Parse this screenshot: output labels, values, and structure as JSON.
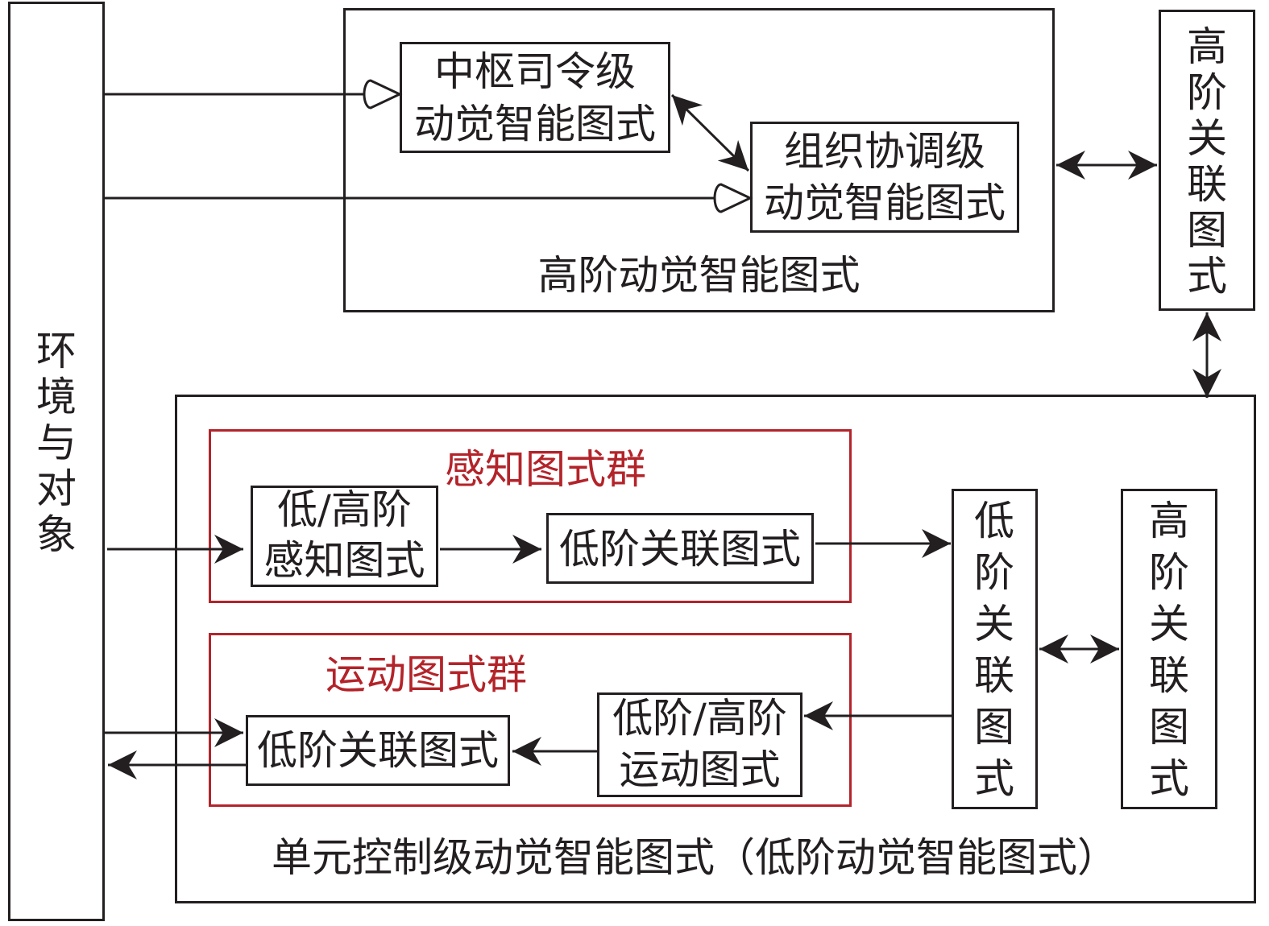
{
  "environment": {
    "label": "环境与对象"
  },
  "high_order": {
    "container_label": "高阶动觉智能图式",
    "central_command": {
      "line1": "中枢司令级",
      "line2": "动觉智能图式"
    },
    "coordination": {
      "line1": "组织协调级",
      "line2": "动觉智能图式"
    }
  },
  "high_assoc_top": {
    "label": "高阶关联图式"
  },
  "unit_control": {
    "container_label": "单元控制级动觉智能图式（低阶动觉智能图式）",
    "perception_group": {
      "title": "感知图式群",
      "perception_schema": {
        "line1": "低/高阶",
        "line2": "感知图式"
      },
      "low_assoc": {
        "label": "低阶关联图式"
      }
    },
    "motion_group": {
      "title": "运动图式群",
      "low_assoc": {
        "label": "低阶关联图式"
      },
      "motion_schema": {
        "line1": "低阶/高阶",
        "line2": "运动图式"
      }
    },
    "low_assoc_vertical": {
      "label": "低阶关联图式"
    },
    "high_assoc_vertical": {
      "label": "高阶关联图式"
    }
  },
  "colors": {
    "line": "#231f20",
    "group_border": "#b3242a",
    "group_title": "#b3242a"
  }
}
